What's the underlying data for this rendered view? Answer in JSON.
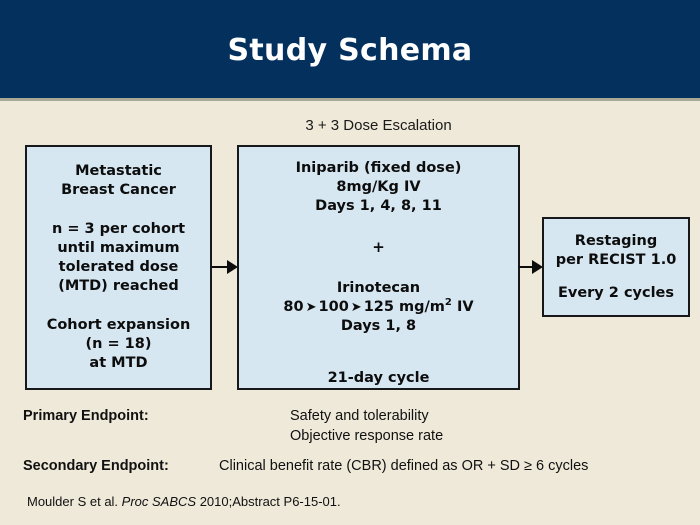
{
  "slide": {
    "title": "Study Schema",
    "banner_color": "#04305e",
    "background_color": "#efe9d9",
    "box_fill_color": "#d6e7f2",
    "box_border_color": "#16181a"
  },
  "escalation": {
    "label": "3 + 3 Dose Escalation"
  },
  "boxes": {
    "population": {
      "line_1": "Metastatic",
      "line_2": "Breast Cancer",
      "line_3": "n = 3 per cohort",
      "line_4": "until maximum",
      "line_5": "tolerated dose",
      "line_6": "(MTD) reached",
      "line_7": "Cohort expansion",
      "line_8": "(n = 18)",
      "line_9": "at MTD"
    },
    "treatment": {
      "drug_1_name": "Iniparib (fixed dose)",
      "drug_1_dose": "8mg/Kg IV",
      "drug_1_days": "Days 1, 4, 8, 11",
      "combiner": "+",
      "drug_2_name": "Irinotecan",
      "drug_2_dose_start": "80",
      "drug_2_dose_mid": "100",
      "drug_2_dose_end": "125 mg/m",
      "drug_2_dose_sup": "2",
      "drug_2_route": " IV",
      "drug_2_days": "Days 1, 8",
      "cycle": "21-day cycle",
      "escalation_arrow": "➤"
    },
    "restaging": {
      "line_1": "Restaging",
      "line_2": "per RECIST 1.0",
      "line_3": "Every 2 cycles"
    }
  },
  "endpoints": {
    "primary_label": "Primary Endpoint:",
    "primary_value_1": "Safety and tolerability",
    "primary_value_2": "Objective response rate",
    "secondary_label": "Secondary Endpoint:",
    "secondary_value": "Clinical benefit rate (CBR) defined as OR + SD ≥ 6 cycles"
  },
  "citation": {
    "authors": "Moulder S et al. ",
    "journal": "Proc SABCS",
    "details": " 2010;Abstract P6-15-01."
  }
}
